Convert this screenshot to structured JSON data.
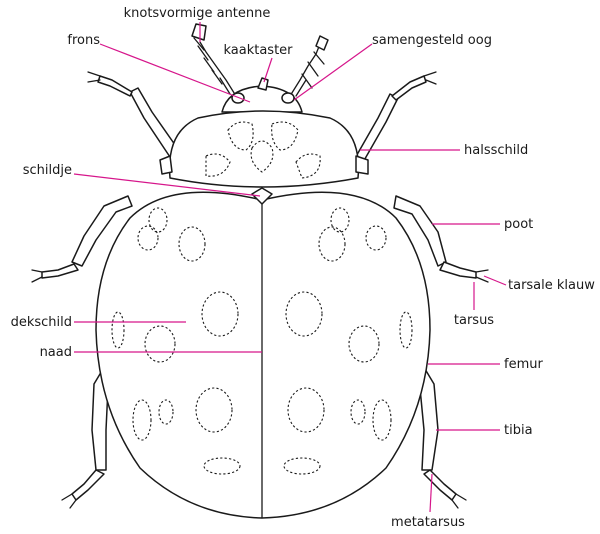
{
  "labels": {
    "antenna": "knotsvormige antenne",
    "frons": "frons",
    "palp": "kaaktaster",
    "compound_eye": "samengesteld oog",
    "pronotum": "halsschild",
    "scutellum": "schildje",
    "leg": "poot",
    "tarsal_claw": "tarsale klauw",
    "tarsus": "tarsus",
    "elytron": "dekschild",
    "suture": "naad",
    "femur": "femur",
    "tibia": "tibia",
    "metatarsus": "metatarsus"
  },
  "colors": {
    "leader": "#d6168b",
    "ink": "#1a1a1a",
    "background": "#ffffff"
  }
}
